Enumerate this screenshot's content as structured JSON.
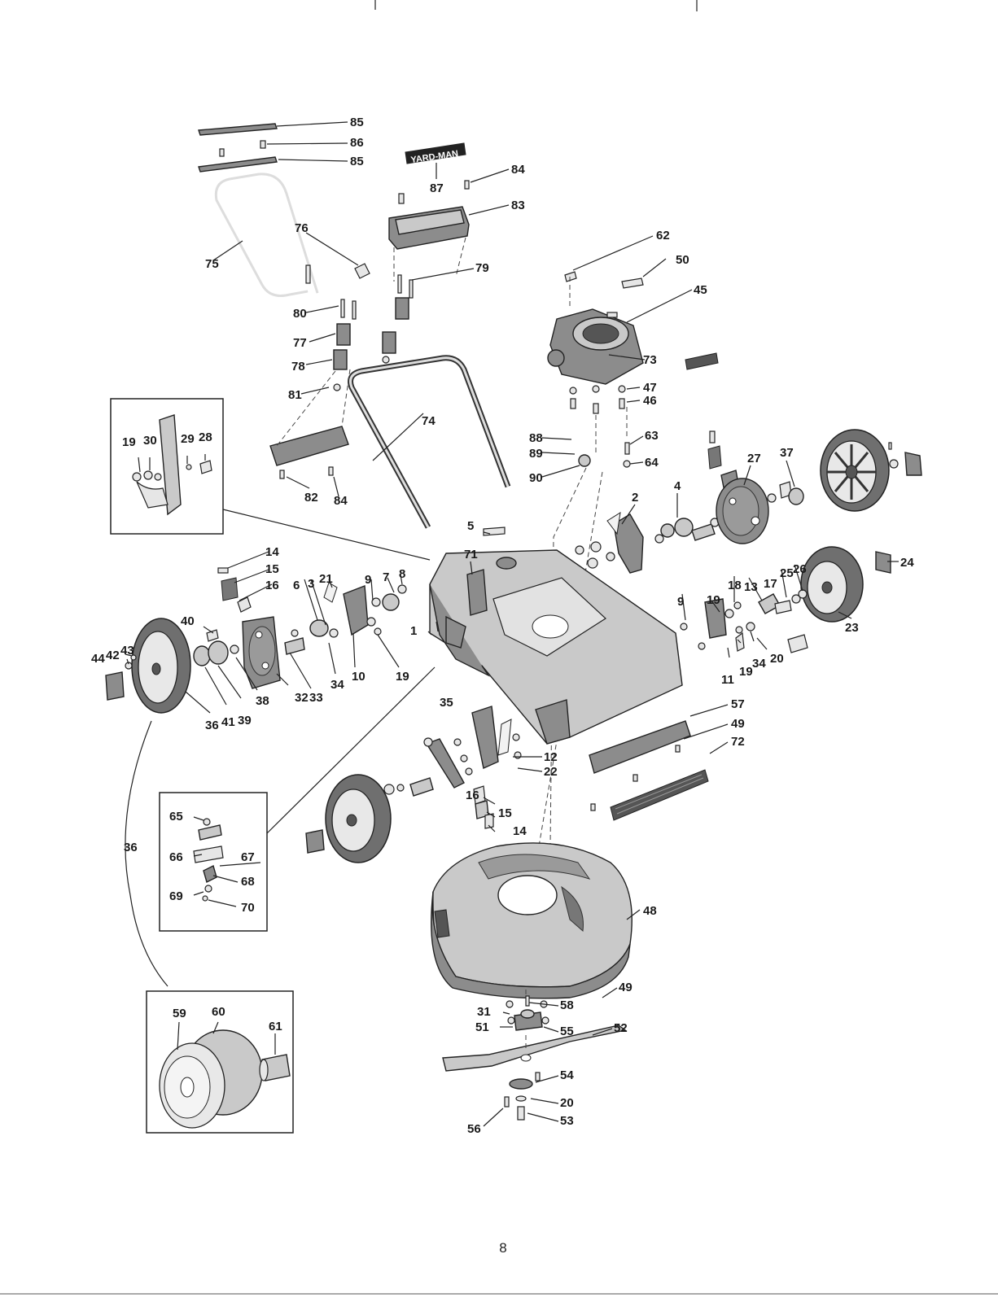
{
  "brand_plate": "YARD-MAN",
  "page_number": "8",
  "callouts": {
    "c1": "1",
    "c2": "2",
    "c3": "3",
    "c4": "4",
    "c5": "5",
    "c6": "6",
    "c7": "7",
    "c8": "8",
    "c9a": "9",
    "c9b": "9",
    "c10": "10",
    "c11": "11",
    "c12": "12",
    "c13": "13",
    "c14a": "14",
    "c14b": "14",
    "c15a": "15",
    "c15b": "15",
    "c16a": "16",
    "c16b": "16",
    "c17": "17",
    "c18": "18",
    "c19a": "19",
    "c19b": "19",
    "c19c": "19",
    "c19d": "19",
    "c20a": "20",
    "c20b": "20",
    "c21": "21",
    "c22": "22",
    "c23": "23",
    "c24": "24",
    "c25": "25",
    "c26": "26",
    "c27": "27",
    "c28": "28",
    "c29": "29",
    "c30": "30",
    "c31": "31",
    "c32": "32",
    "c33": "33",
    "c34a": "34",
    "c34b": "34",
    "c35": "35",
    "c36a": "36",
    "c36b": "36",
    "c37": "37",
    "c38": "38",
    "c39": "39",
    "c40": "40",
    "c41": "41",
    "c42": "42",
    "c43": "43",
    "c44": "44",
    "c45": "45",
    "c46": "46",
    "c47": "47",
    "c48": "48",
    "c49a": "49",
    "c49b": "49",
    "c50": "50",
    "c51": "51",
    "c52": "52",
    "c53": "53",
    "c54": "54",
    "c55": "55",
    "c56": "56",
    "c57": "57",
    "c58": "58",
    "c59": "59",
    "c60": "60",
    "c61": "61",
    "c62": "62",
    "c63": "63",
    "c64": "64",
    "c65": "65",
    "c66": "66",
    "c67": "67",
    "c68": "68",
    "c69": "69",
    "c70": "70",
    "c71": "71",
    "c72": "72",
    "c73": "73",
    "c74": "74",
    "c75": "75",
    "c76": "76",
    "c77": "77",
    "c78": "78",
    "c79": "79",
    "c80": "80",
    "c81": "81",
    "c82": "82",
    "c83": "83",
    "c84a": "84",
    "c84b": "84",
    "c85a": "85",
    "c85b": "85",
    "c86": "86",
    "c87": "87",
    "c88": "88",
    "c89": "89",
    "c90": "90"
  }
}
